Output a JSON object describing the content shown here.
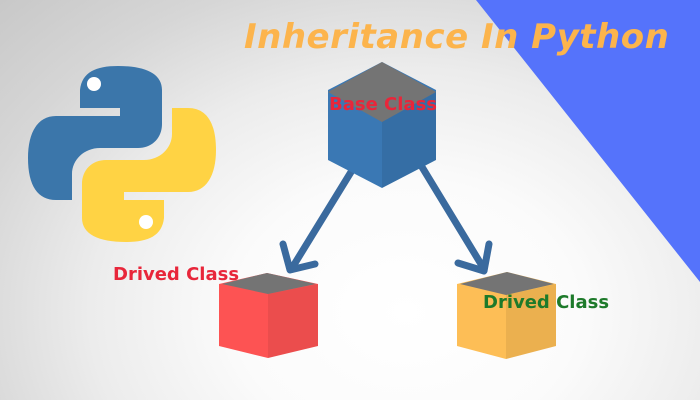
{
  "title": "Inheritance In Python",
  "nodes": {
    "base": {
      "label": "Base Class"
    },
    "child_left": {
      "label": "Drived Class"
    },
    "child_right": {
      "label": "Drived Class"
    }
  },
  "colors": {
    "title": "#fcb44c",
    "base_label": "#e8263a",
    "left_label": "#e8263a",
    "right_label": "#1d7a2a",
    "base_cube": "#3a78b4",
    "left_cube": "#fd5353",
    "right_cube": "#fdbe56",
    "cube_top": "#747474",
    "arrow": "#3a6a9e",
    "corner_triangle": "#5573fb",
    "python_blue": "#3b76aa",
    "python_yellow": "#ffd344"
  },
  "icons": {
    "logo": "python-logo-icon"
  }
}
